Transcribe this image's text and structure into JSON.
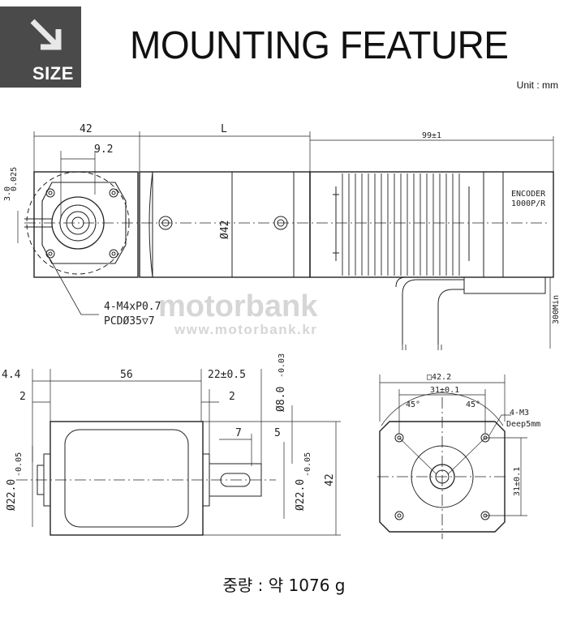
{
  "badge": {
    "label": "SIZE",
    "icon": "arrow-down-right-icon",
    "bg": "#4a4a4a"
  },
  "title": "MOUNTING FEATURE",
  "unit": "Unit : mm",
  "top_view": {
    "dim_42": "42",
    "dim_L": "L",
    "dim_99": "99±1",
    "dim_9_2": "9.2",
    "dim_3": "3.0",
    "dim_3_tol": "0.025",
    "dia_42": "Ø42",
    "encoder_line1": "ENCODER",
    "encoder_line2": "1000P/R",
    "cable": "300Min",
    "callout_line1": "4-M4xP0.7",
    "callout_line2": "PCDØ35▽7"
  },
  "watermark": {
    "brand": "motorbank",
    "url": "www.motorbank.kr"
  },
  "side_view": {
    "dim_4_4": "4.4",
    "dim_56": "56",
    "dim_22": "22±0.5",
    "dim_2_left": "2",
    "dim_2_right": "2",
    "dim_7": "7",
    "dim_5": "5",
    "dia_8": "Ø8.0",
    "dia_8_tol": "-0.03",
    "dia_22_left": "Ø22.0",
    "dia_22_left_tol": "-0.05",
    "dia_22_right": "Ø22.0",
    "dia_22_right_tol": "-0.05",
    "dim_42": "42"
  },
  "front_view": {
    "square": "□42.2",
    "dim_31_top": "31±0.1",
    "angle_left": "45°",
    "angle_right": "45°",
    "thread_line1": "4-M3",
    "thread_line2": "Deep5mm",
    "dim_31_right": "31±0.1"
  },
  "weight": "중량 : 약 1076 g"
}
